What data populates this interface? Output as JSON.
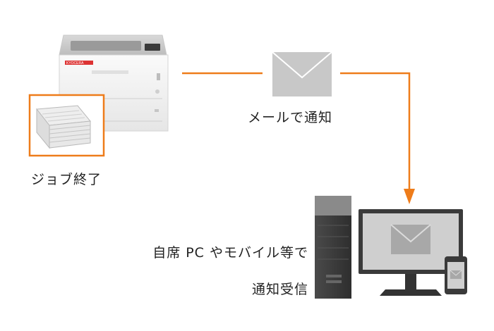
{
  "labels": {
    "job_end": "ジョブ終了",
    "mail_notify": "メールで通知",
    "receive_line1": "自席 PC やモバイル等で",
    "receive_line2": "通知受信"
  },
  "printer": {
    "brand_text": "KYOCERA"
  },
  "colors": {
    "accent": "#ee7c1a",
    "envelope": "#c8c8c8",
    "printer_body": "#f2f2f2",
    "tower": "#3c3c3c",
    "monitor_bezel": "#3a3a3a",
    "screen": "#cfcfcf"
  },
  "icons": [
    "printer-icon",
    "paper-stack-icon",
    "envelope-icon",
    "desktop-tower-icon",
    "monitor-icon",
    "smartphone-icon",
    "arrow-down-icon"
  ]
}
